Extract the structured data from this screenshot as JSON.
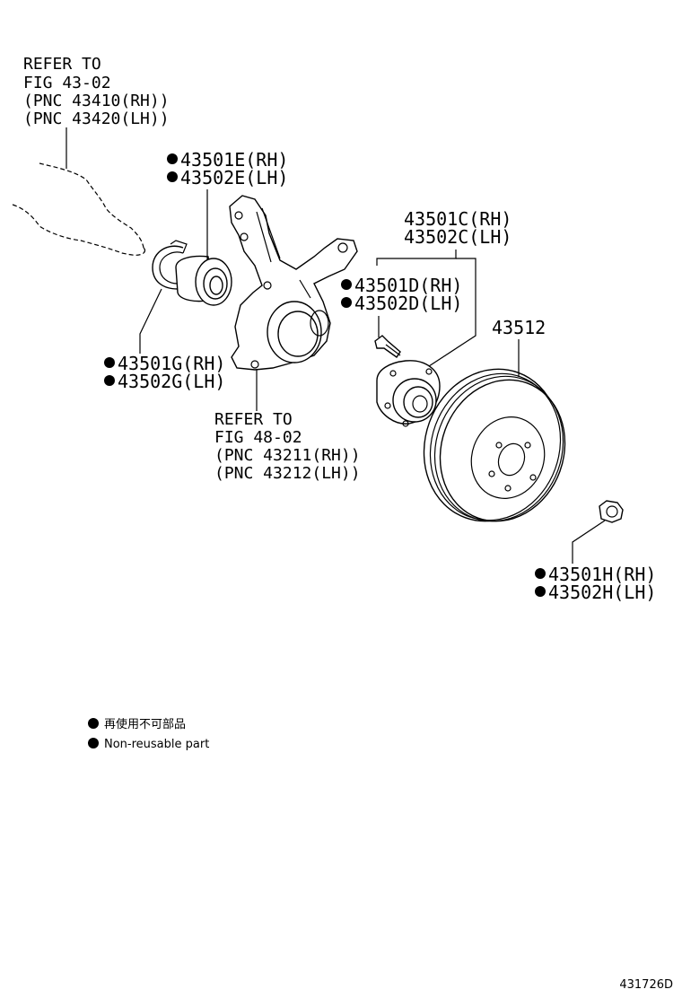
{
  "diagram": {
    "refer_shaft": [
      "REFER TO",
      "FIG 43-02",
      "(PNC 43410(RH))",
      "(PNC 43420(LH))"
    ],
    "refer_knuckle": [
      "REFER TO",
      "FIG 48-02",
      "(PNC 43211(RH))",
      "(PNC 43212(LH))"
    ],
    "parts": {
      "bearing_rh": "43501E(RH)",
      "bearing_lh": "43502E(LH)",
      "snap_ring_rh": "43501G(RH)",
      "snap_ring_lh": "43502G(LH)",
      "hub_rh": "43501C(RH)",
      "hub_lh": "43502C(LH)",
      "hub_bolt_rh": "43501D(RH)",
      "hub_bolt_lh": "43502D(LH)",
      "disc": "43512",
      "nut_rh": "43501H(RH)",
      "nut_lh": "43502H(LH)"
    },
    "legend": {
      "japanese": "再使用不可部品",
      "english": "Non-reusable part"
    },
    "figure_id": "431726D"
  }
}
